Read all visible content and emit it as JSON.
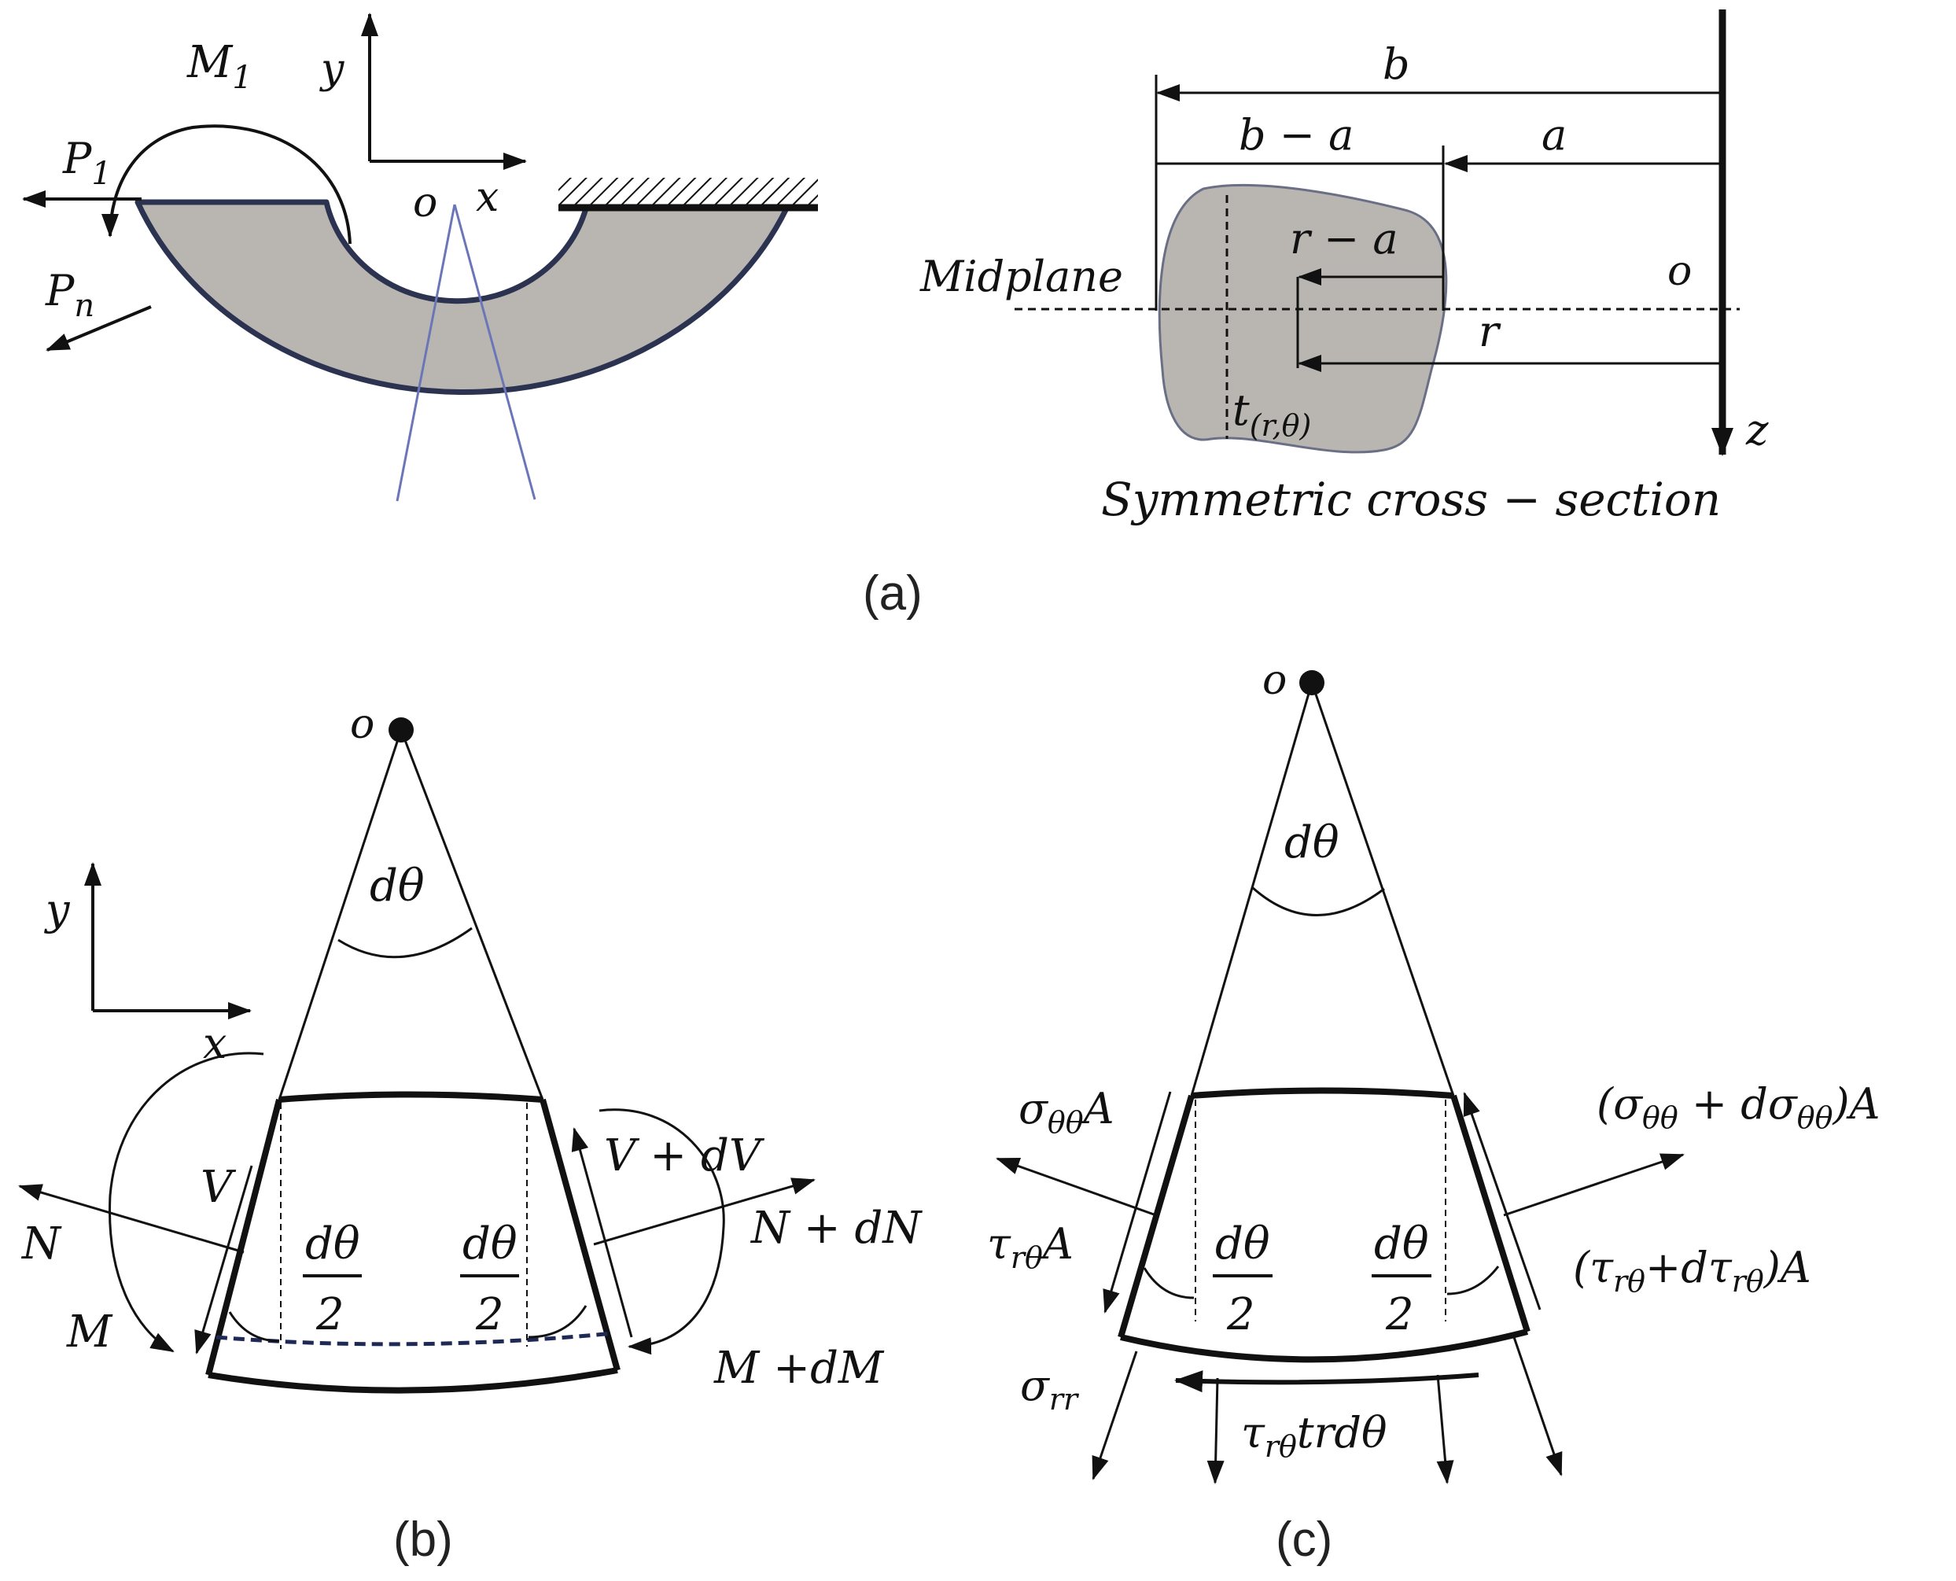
{
  "colors": {
    "ink": "#111111",
    "body_fill": "#b9b6b1",
    "body_outline": "#2c3350",
    "wedge_blue": "#6b76b8",
    "dashed_moment_line": "#1e2a55",
    "background": "#ffffff"
  },
  "panel_a": {
    "caption": "(a)",
    "axis_y": "y",
    "axis_x": "x",
    "origin": "o",
    "moment": "M",
    "moment_sub": "1",
    "load_1": "P",
    "load_1_sub": "1",
    "load_n": "P",
    "load_n_sub": "n",
    "dim_b": "b",
    "dim_b_minus_a": "b − a",
    "dim_a": "a",
    "dim_r_minus_a": "r − a",
    "dim_r": "r",
    "midplane": "Midplane",
    "origin_right": "o",
    "axis_z": "z",
    "thickness": "t",
    "thickness_sub": "(r,θ)",
    "section_caption": "Symmetric cross − section"
  },
  "panel_b": {
    "caption": "(b)",
    "origin": "o",
    "angle": "dθ",
    "axis_y": "y",
    "axis_x": "x",
    "shear_left": "V",
    "shear_right": "V + dV",
    "normal_left": "N",
    "normal_right": "N + dN",
    "moment_left": "M",
    "moment_right": "M +dM",
    "half_angle_num": "dθ",
    "half_angle_den": "2"
  },
  "panel_c": {
    "caption": "(c)",
    "origin": "o",
    "angle": "dθ",
    "sigma_left": "σ",
    "sigma_left_sub": "θθ",
    "sigma_left_tail": "A",
    "sigma_right": "(σ",
    "sigma_right_sub1": "θθ",
    "sigma_right_mid": " + dσ",
    "sigma_right_sub2": "θθ",
    "sigma_right_tail": ")A",
    "tau_left": "τ",
    "tau_left_sub": "rθ",
    "tau_left_tail": "A",
    "tau_right": "(τ",
    "tau_right_sub1": "rθ",
    "tau_right_mid": "+dτ",
    "tau_right_sub2": "rθ",
    "tau_right_tail": ")A",
    "sigma_rr": "σ",
    "sigma_rr_sub": "rr",
    "tau_bottom": "τ",
    "tau_bottom_sub": "rθ",
    "tau_bottom_tail": "trdθ",
    "half_angle_num": "dθ",
    "half_angle_den": "2"
  }
}
